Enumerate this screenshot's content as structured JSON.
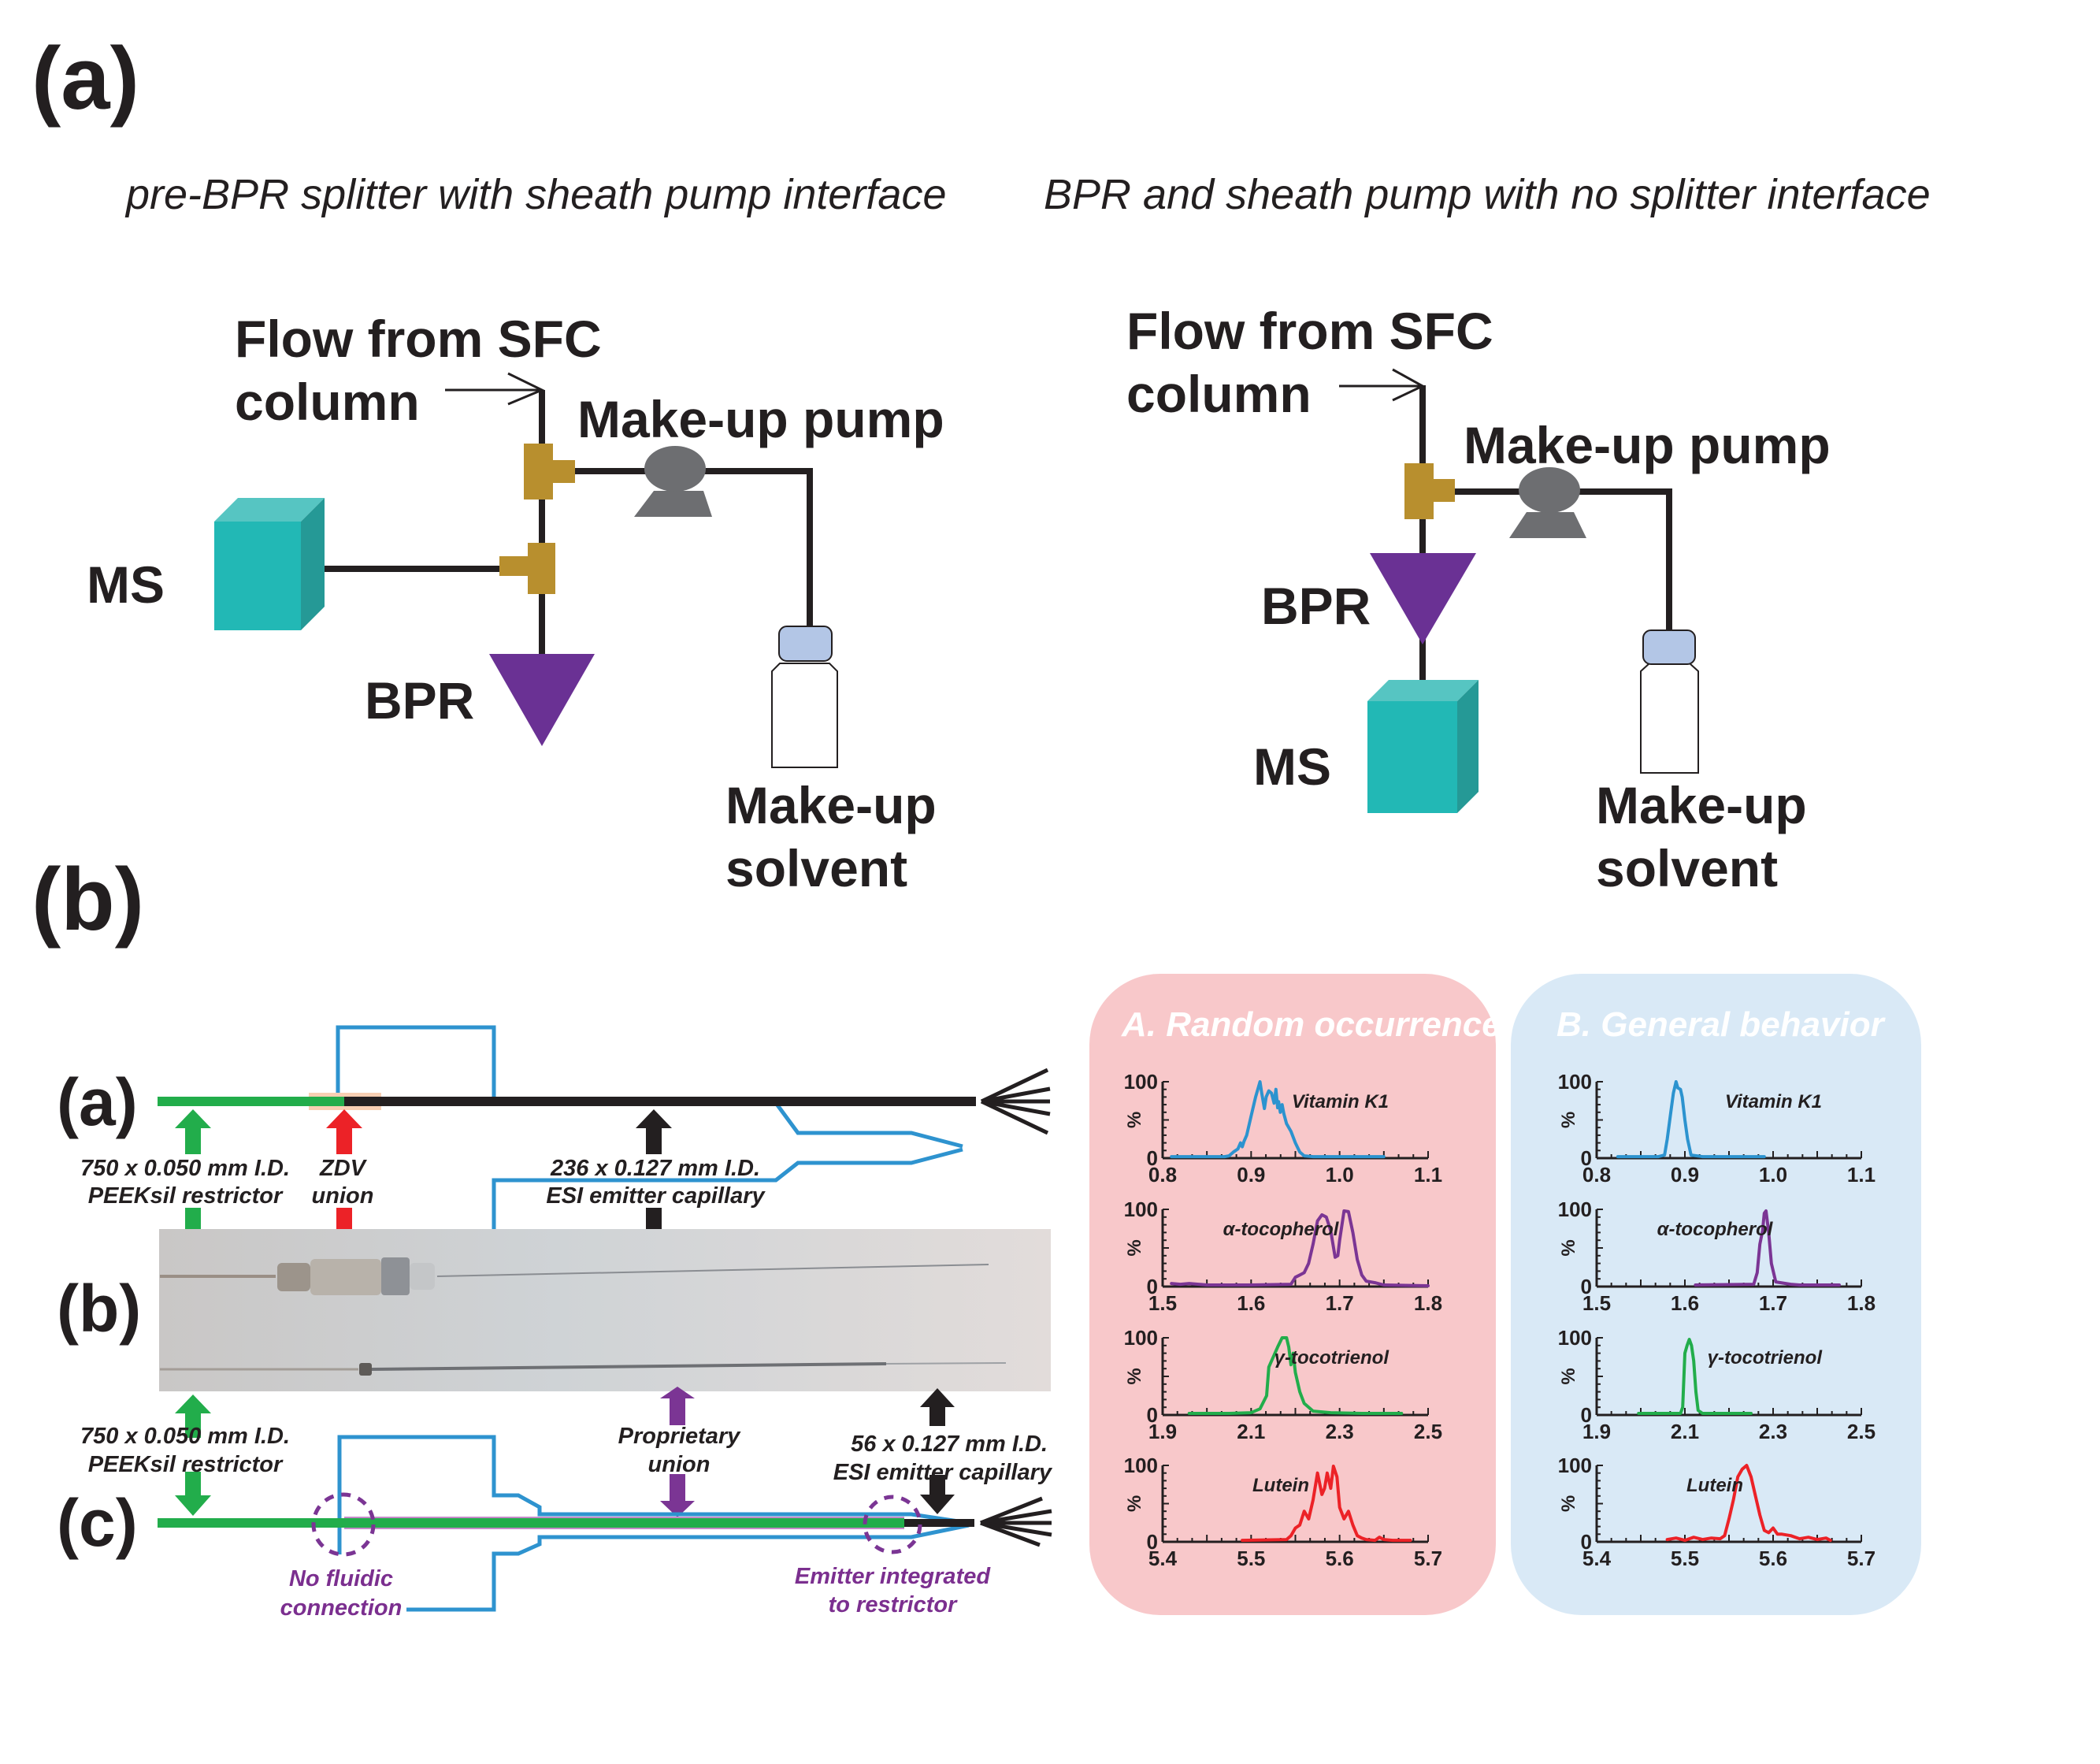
{
  "part_a": {
    "label": "(a)",
    "left": {
      "subtitle": "pre-BPR splitter with sheath pump interface",
      "flow_line1": "Flow from SFC",
      "flow_line2": "column",
      "pump_label": "Make-up pump",
      "ms_label": "MS",
      "bpr_label": "BPR",
      "solvent_line1": "Make-up",
      "solvent_line2": "solvent"
    },
    "right": {
      "subtitle": "BPR and sheath pump with no splitter interface",
      "flow_line1": "Flow from SFC",
      "flow_line2": "column",
      "pump_label": "Make-up pump",
      "ms_label": "MS",
      "bpr_label": "BPR",
      "solvent_line1": "Make-up",
      "solvent_line2": "solvent"
    },
    "colors": {
      "tee": "#b88f2e",
      "pump": "#6d6e71",
      "bpr": "#6a3194",
      "ms_front": "#22b8b5",
      "ms_top": "#56c5c2",
      "ms_side": "#259996",
      "bottle_cap": "#b3c6e6"
    }
  },
  "part_b": {
    "label": "(b)",
    "rows": {
      "a": "(a)",
      "b": "(b)",
      "c": "(c)"
    },
    "annotations": {
      "restrictor_a_1": "750 x 0.050 mm I.D.",
      "restrictor_a_2": "PEEKsil restrictor",
      "zdv_1": "ZDV",
      "zdv_2": "union",
      "emitter_a_1": "236 x 0.127 mm I.D.",
      "emitter_a_2": "ESI emitter capillary",
      "restrictor_c_1": "750 x 0.050 mm I.D.",
      "restrictor_c_2": "PEEKsil restrictor",
      "proprietary_1": "Proprietary",
      "proprietary_2": "union",
      "emitter_c_1": "56 x 0.127 mm I.D.",
      "emitter_c_2": "ESI emitter capillary",
      "no_fluidic_1": "No fluidic",
      "no_fluidic_2": "connection",
      "integrated_1": "Emitter integrated",
      "integrated_2": "to restrictor"
    },
    "colors": {
      "restrictor": "#22ad4b",
      "emitter": "#231f20",
      "outline": "#2e93cf",
      "zdv_arrow": "#ec2227",
      "union_arrow": "#7b3594",
      "dashed": "#7b3594",
      "union_pad": "#f8cfb3"
    }
  },
  "chart_data": [
    {
      "type": "line",
      "panel_title": "A. Random occurrence",
      "panel_color": "#f8c8ca",
      "ylabel": "%",
      "ylim": [
        0,
        100
      ],
      "yticks": [
        "0",
        "100"
      ],
      "subplots": [
        {
          "compound": "Vitamin K1",
          "color": "#2c93cf",
          "xlim": [
            0.8,
            1.1
          ],
          "xticks": [
            "0.8",
            "0.9",
            "1.0",
            "1.1"
          ],
          "label_pos": "top-right",
          "x": [
            0.81,
            0.87,
            0.875,
            0.88,
            0.885,
            0.888,
            0.89,
            0.892,
            0.895,
            0.9,
            0.905,
            0.91,
            0.912,
            0.915,
            0.917,
            0.92,
            0.923,
            0.926,
            0.928,
            0.93,
            0.931,
            0.933,
            0.935,
            0.937,
            0.94,
            0.945,
            0.95,
            0.955,
            0.96,
            0.97,
            0.98,
            1.0,
            1.05
          ],
          "y": [
            2,
            2,
            3,
            8,
            12,
            20,
            15,
            22,
            30,
            55,
            80,
            100,
            85,
            65,
            80,
            88,
            85,
            72,
            90,
            66,
            74,
            60,
            70,
            58,
            45,
            35,
            20,
            8,
            3,
            2,
            2,
            2,
            2
          ]
        },
        {
          "compound": "α-tocopherol",
          "color": "#7b3594",
          "xlim": [
            1.5,
            1.8
          ],
          "xticks": [
            "1.5",
            "1.6",
            "1.7",
            "1.8"
          ],
          "label_pos": "top-left",
          "x": [
            1.51,
            1.52,
            1.53,
            1.55,
            1.6,
            1.645,
            1.65,
            1.66,
            1.665,
            1.67,
            1.675,
            1.68,
            1.685,
            1.69,
            1.695,
            1.698,
            1.7,
            1.705,
            1.71,
            1.715,
            1.72,
            1.725,
            1.73,
            1.74,
            1.75,
            1.8
          ],
          "y": [
            4,
            3,
            4,
            2,
            2,
            3,
            12,
            18,
            30,
            55,
            85,
            93,
            90,
            72,
            38,
            40,
            60,
            98,
            97,
            70,
            35,
            15,
            7,
            5,
            2,
            1
          ]
        },
        {
          "compound": "γ-tocotrienol",
          "color": "#22ad4b",
          "xlim": [
            1.9,
            2.5
          ],
          "xticks": [
            "1.9",
            "2.1",
            "2.3",
            "2.5"
          ],
          "label_pos": "top-right",
          "x": [
            1.96,
            2.05,
            2.1,
            2.12,
            2.135,
            2.14,
            2.15,
            2.16,
            2.17,
            2.18,
            2.185,
            2.19,
            2.195,
            2.2,
            2.21,
            2.22,
            2.24,
            2.28,
            2.35,
            2.44
          ],
          "y": [
            2,
            2,
            3,
            8,
            25,
            62,
            75,
            88,
            100,
            100,
            88,
            65,
            80,
            55,
            30,
            15,
            5,
            3,
            2,
            2
          ]
        },
        {
          "compound": "Lutein",
          "color": "#ec2227",
          "xlim": [
            5.4,
            5.7
          ],
          "xticks": [
            "5.4",
            "5.5",
            "5.6",
            "5.7"
          ],
          "label_pos": "top-left",
          "x": [
            5.49,
            5.54,
            5.545,
            5.55,
            5.555,
            5.56,
            5.565,
            5.57,
            5.575,
            5.58,
            5.583,
            5.586,
            5.59,
            5.593,
            5.597,
            5.6,
            5.605,
            5.61,
            5.615,
            5.62,
            5.625,
            5.63,
            5.64,
            5.645,
            5.65,
            5.66,
            5.68
          ],
          "y": [
            2,
            3,
            8,
            18,
            22,
            40,
            30,
            55,
            90,
            62,
            70,
            90,
            70,
            99,
            85,
            45,
            30,
            40,
            22,
            8,
            5,
            3,
            2,
            6,
            3,
            2,
            2
          ]
        }
      ]
    },
    {
      "type": "line",
      "panel_title": "B. General behavior",
      "panel_color": "#d9e9f6",
      "ylabel": "%",
      "ylim": [
        0,
        100
      ],
      "yticks": [
        "0",
        "100"
      ],
      "subplots": [
        {
          "compound": "Vitamin K1",
          "color": "#2c93cf",
          "xlim": [
            0.8,
            1.1
          ],
          "xticks": [
            "0.8",
            "0.9",
            "1.0",
            "1.1"
          ],
          "label_pos": "top-right",
          "x": [
            0.824,
            0.87,
            0.877,
            0.88,
            0.884,
            0.887,
            0.89,
            0.892,
            0.895,
            0.897,
            0.9,
            0.903,
            0.907,
            0.92,
            0.95,
            0.99
          ],
          "y": [
            2,
            2,
            4,
            25,
            60,
            85,
            100,
            92,
            90,
            80,
            50,
            25,
            4,
            2,
            2,
            2
          ]
        },
        {
          "compound": "α-tocopherol",
          "color": "#7b3594",
          "xlim": [
            1.5,
            1.8
          ],
          "xticks": [
            "1.5",
            "1.6",
            "1.7",
            "1.8"
          ],
          "label_pos": "top-left",
          "x": [
            1.612,
            1.678,
            1.682,
            1.685,
            1.688,
            1.69,
            1.692,
            1.695,
            1.698,
            1.703,
            1.72,
            1.73,
            1.775
          ],
          "y": [
            2,
            3,
            18,
            55,
            72,
            95,
            98,
            70,
            30,
            6,
            3,
            2,
            2
          ]
        },
        {
          "compound": "γ-tocotrienol",
          "color": "#22ad4b",
          "xlim": [
            1.9,
            2.5
          ],
          "xticks": [
            "1.9",
            "2.1",
            "2.3",
            "2.5"
          ],
          "label_pos": "top-right",
          "x": [
            1.995,
            2.09,
            2.095,
            2.1,
            2.105,
            2.11,
            2.115,
            2.12,
            2.125,
            2.13,
            2.14,
            2.2,
            2.25
          ],
          "y": [
            2,
            2,
            10,
            80,
            90,
            98,
            90,
            70,
            30,
            6,
            2,
            2,
            2
          ]
        },
        {
          "compound": "Lutein",
          "color": "#ec2227",
          "xlim": [
            5.4,
            5.7
          ],
          "xticks": [
            "5.4",
            "5.5",
            "5.6",
            "5.7"
          ],
          "label_pos": "top-left",
          "x": [
            5.48,
            5.49,
            5.5,
            5.51,
            5.52,
            5.53,
            5.54,
            5.545,
            5.55,
            5.555,
            5.56,
            5.565,
            5.57,
            5.575,
            5.58,
            5.585,
            5.59,
            5.595,
            5.6,
            5.605,
            5.61,
            5.62,
            5.63,
            5.64,
            5.65,
            5.66,
            5.665
          ],
          "y": [
            3,
            5,
            2,
            6,
            3,
            5,
            4,
            8,
            30,
            55,
            85,
            95,
            100,
            85,
            60,
            35,
            15,
            12,
            18,
            10,
            10,
            8,
            4,
            6,
            3,
            5,
            2
          ]
        }
      ]
    }
  ]
}
